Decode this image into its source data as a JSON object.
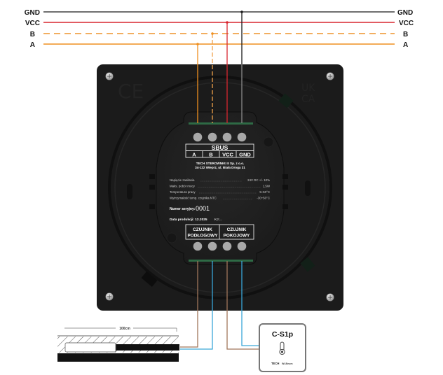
{
  "bus": {
    "lines": [
      {
        "name": "GND",
        "color": "#1a1a1a",
        "style": "solid"
      },
      {
        "name": "VCC",
        "color": "#d8262f",
        "style": "solid"
      },
      {
        "name": "B",
        "color": "#f0a24a",
        "style": "dashed"
      },
      {
        "name": "A",
        "color": "#ef8f1f",
        "style": "solid"
      }
    ]
  },
  "device": {
    "sbus_header": "SBUS",
    "sbus_terminals": [
      "A",
      "B",
      "VCC",
      "GND"
    ],
    "manufacturer_line1": "TECH STEROWNIKI II Sp. z o.o.",
    "manufacturer_line2": "34-122 Wieprz, ul. Biała Droga 31",
    "specs": [
      {
        "label": "Napięcie zasilania",
        "value": "24V DC +/- 10%"
      },
      {
        "label": "Maks. pobór mocy",
        "value": "1,5W"
      },
      {
        "label": "Temperatura pracy",
        "value": "5÷50°C"
      },
      {
        "label": "Wytrzymałość temp. czujnika NTC",
        "value": "-30÷50°C"
      }
    ],
    "serial_label": "Numer seryjny:",
    "serial_value": "0001",
    "production_label": "Data produkcji: 12.2025",
    "kj_label": "KJ:...",
    "sensor_blocks": [
      {
        "line1": "CZUJNIK",
        "line2": "PODŁOGOWY"
      },
      {
        "line1": "CZUJNIK",
        "line2": "POKOJOWY"
      }
    ]
  },
  "floor_sensor": {
    "length_label": "100cm"
  },
  "room_sensor": {
    "model": "C-S1p",
    "brand": "TECH",
    "brand_sub": "Wi-Beum"
  },
  "colors": {
    "gnd": "#1a1a1a",
    "vcc": "#d8262f",
    "b": "#f0a24a",
    "a": "#ef8f1f",
    "sensor_brown": "#a0765a",
    "sensor_blue": "#3aa6d8",
    "housing": "#1c1c1c",
    "gnd_drop": "#8a8a8a"
  }
}
